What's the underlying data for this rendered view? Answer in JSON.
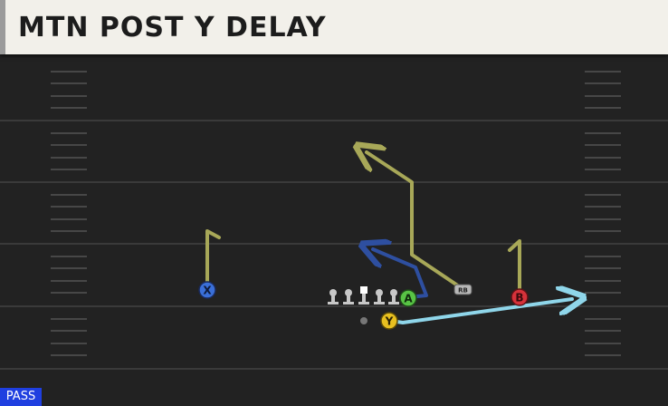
{
  "play": {
    "title": "MTN POST Y DELAY",
    "type_tag": "PASS"
  },
  "players": {
    "x": {
      "label": "X",
      "color": "#3a6fd8"
    },
    "a": {
      "label": "A",
      "color": "#58c445"
    },
    "b": {
      "label": "B",
      "color": "#d6323a"
    },
    "y": {
      "label": "Y",
      "color": "#e8c020"
    },
    "rb": {
      "label": "RB",
      "color": "#b8b8b8"
    }
  },
  "colors": {
    "route_primary": "#a8a858",
    "route_block": "#2e4fa0",
    "route_delay": "#8fd6ea",
    "field_line": "#3a3a3a",
    "hash": "#4a4a4a",
    "lineman": "#c8c8c8",
    "center": "#ffffff"
  }
}
